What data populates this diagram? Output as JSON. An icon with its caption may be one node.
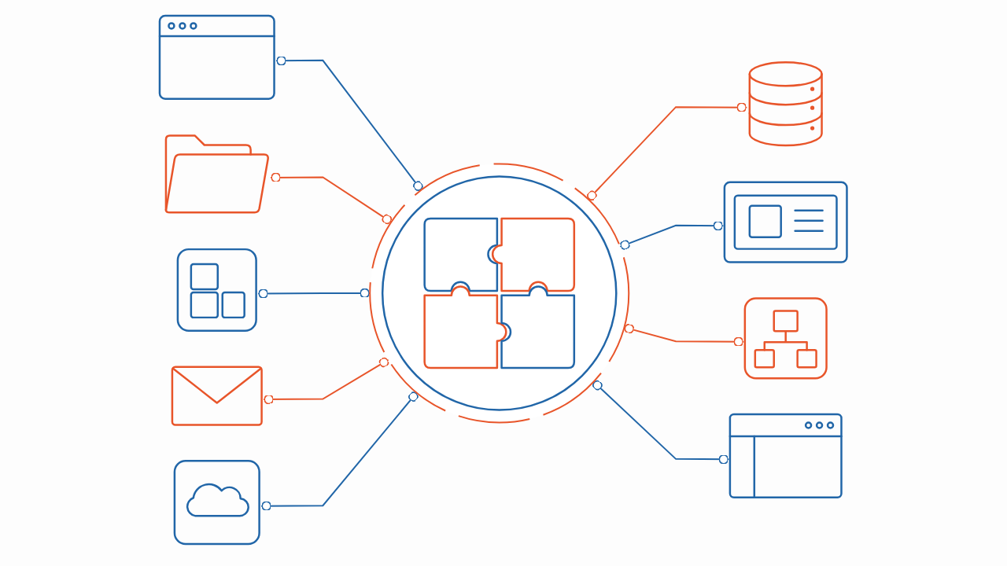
{
  "diagram": {
    "nodes": [
      {
        "text": [],
        "shape": "picture"
      },
      {
        "text": [],
        "shape": "picture"
      },
      {
        "text": [],
        "shape": "circle"
      },
      {
        "text": [],
        "shape": "picture"
      },
      {
        "text": [],
        "shape": "picture"
      },
      {
        "text": [],
        "shape": "picture"
      },
      {
        "text": [],
        "shape": "picture"
      },
      {
        "text": [],
        "shape": "picture"
      },
      {
        "text": [],
        "shape": "picture"
      },
      {
        "text": [],
        "shape": "picture"
      }
    ],
    "edges": [
      {
        "from": 0,
        "to": 2,
        "arrow": "other"
      },
      {
        "from": 2,
        "to": 1,
        "arrow": "other",
        "color": "#e8552a"
      },
      {
        "from": 3,
        "to": 2,
        "arrow": "other",
        "color": "#e8552a"
      },
      {
        "from": 2,
        "to": 4,
        "arrow": "other"
      },
      {
        "from": 5,
        "to": 2,
        "arrow": "other"
      },
      {
        "from": 2,
        "to": 6,
        "arrow": "other",
        "color": "#e8552a"
      },
      {
        "from": 7,
        "to": 2,
        "arrow": "other",
        "color": "#e8552a"
      },
      {
        "from": 8,
        "to": 2,
        "arrow": "other"
      },
      {
        "from": 2,
        "to": 9,
        "arrow": "other"
      }
    ]
  }
}
